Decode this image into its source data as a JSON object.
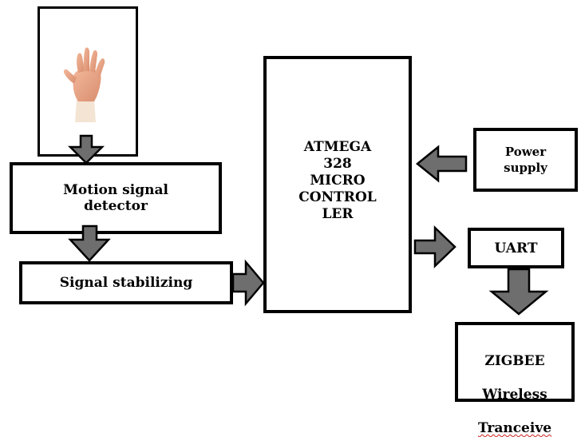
{
  "diagram": {
    "blocks": {
      "motion_detector": "Motion signal\ndetector",
      "signal_stabilizing": "Signal stabilizing",
      "microcontroller": "ATMEGA\n328\nMICRO\nCONTROL\nLER",
      "power_supply": "Power\nsupply",
      "uart": "UART",
      "zigbee_line1": "ZIGBEE",
      "zigbee_line2": "Wireless",
      "zigbee_line3": "Tranceive"
    },
    "input_image": "hand-icon",
    "colors": {
      "border": "#000000",
      "arrow_fill": "#6e6e6e",
      "spell_underline": "#cc2222"
    }
  }
}
